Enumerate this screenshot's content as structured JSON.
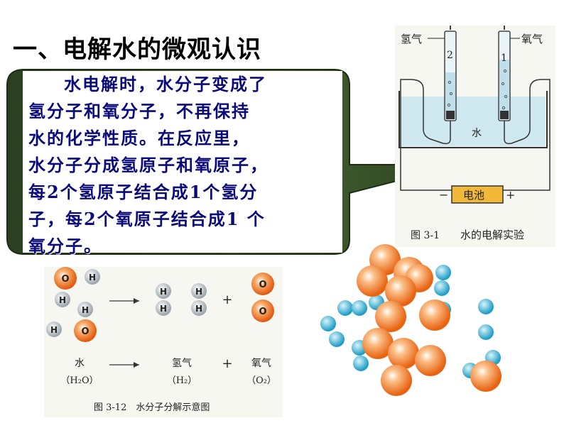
{
  "title": "一、电解水的微观认识",
  "explanation": {
    "lines": [
      "水电解时，水分子变成了",
      "氢分子和氧分子，不再保持",
      "水的化学性质。在反应里，",
      "水分子分成氢原子和氧原子，",
      "每2个氢原子结合成1个氢分",
      "子，每2个氧原子结合成1 个",
      "氧分子。"
    ]
  },
  "apparatus": {
    "hydrogen_label": "氢气",
    "oxygen_label": "氧气",
    "tube_left_number": "2",
    "tube_right_number": "1",
    "water_label": "水",
    "battery_label": "电池",
    "minus_sign": "−",
    "plus_sign": "+",
    "caption_number": "图 3-1",
    "caption_text": "水的电解实验"
  },
  "decomposition": {
    "atom_o": "O",
    "atom_h": "H",
    "plus": "+",
    "water_name": "水",
    "water_formula": "（H₂O）",
    "hydrogen_name": "氢气",
    "hydrogen_formula": "（H₂）",
    "oxygen_name": "氧气",
    "oxygen_formula": "（O₂）",
    "caption": "图 3-12　水分子分解示意图"
  },
  "colors": {
    "text_blue": "#0a0a78",
    "bubble_fill": "#3a5a2a",
    "oxygen_atom": "#f07020",
    "hydrogen_atom": "#3ab0d0",
    "water": "#cfe7ef",
    "battery": "#f2b83a"
  }
}
